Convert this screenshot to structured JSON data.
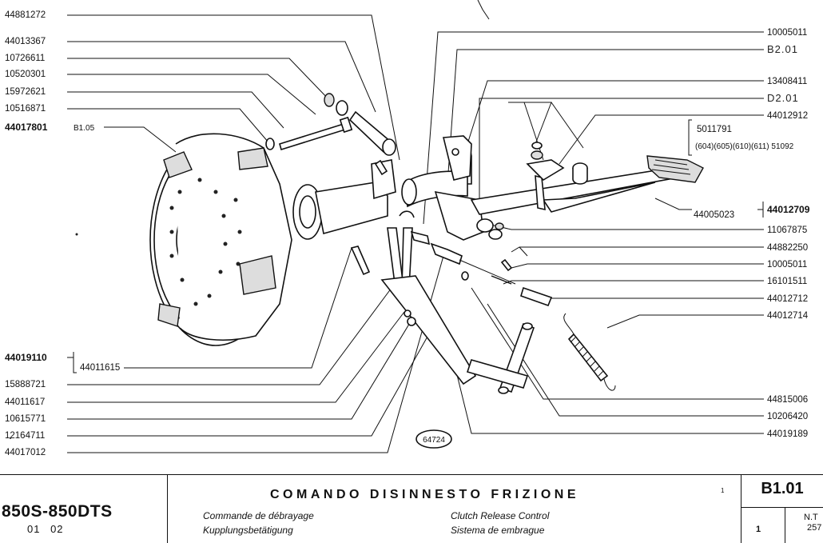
{
  "diagram": {
    "left_labels": [
      {
        "text": "44881272",
        "bold": false
      },
      {
        "text": "44013367",
        "bold": false
      },
      {
        "text": "10726611",
        "bold": false
      },
      {
        "text": "10520301",
        "bold": false
      },
      {
        "text": "15972621",
        "bold": false
      },
      {
        "text": "10516871",
        "bold": false
      },
      {
        "text": "44017801",
        "bold": true
      },
      {
        "text": "B1.05",
        "bold": false
      },
      {
        "text": "44019110",
        "bold": true
      },
      {
        "text": "44011615",
        "bold": false
      },
      {
        "text": "15888721",
        "bold": false
      },
      {
        "text": "44011617",
        "bold": false
      },
      {
        "text": "10615771",
        "bold": false
      },
      {
        "text": "12164711",
        "bold": false
      },
      {
        "text": "44017012",
        "bold": false
      }
    ],
    "right_labels": [
      {
        "text": "10005011",
        "bold": false
      },
      {
        "text": "B2.01",
        "bold": false
      },
      {
        "text": "13408411",
        "bold": false
      },
      {
        "text": "D2.01",
        "bold": false
      },
      {
        "text": "44012912",
        "bold": false
      },
      {
        "text": "5011791",
        "bold": false
      },
      {
        "text": "(604)(605)(610)(611) 51092",
        "bold": false
      },
      {
        "text": "44005023",
        "bold": false
      },
      {
        "text": "44012709",
        "bold": true
      },
      {
        "text": "11067875",
        "bold": false
      },
      {
        "text": "44882250",
        "bold": false
      },
      {
        "text": "10005011",
        "bold": false
      },
      {
        "text": "16101511",
        "bold": false
      },
      {
        "text": "44012712",
        "bold": false
      },
      {
        "text": "44012714",
        "bold": false
      },
      {
        "text": "44815006",
        "bold": false
      },
      {
        "text": "10206420",
        "bold": false
      },
      {
        "text": "44019189",
        "bold": false
      }
    ],
    "figure_number": "64724"
  },
  "title_block": {
    "model": "850S-850DTS",
    "variants": "01 02",
    "title": "COMANDO DISINNESTO FRIZIONE",
    "sub_fr": "Commande de débrayage",
    "sub_en": "Clutch Release Control",
    "sub_de": "Kupplungsbetätigung",
    "sub_es": "Sistema de embrague",
    "title_sup": "1",
    "code": "B1.01",
    "sheet": "1",
    "nt_label": "N.T",
    "nt_value": "257"
  }
}
